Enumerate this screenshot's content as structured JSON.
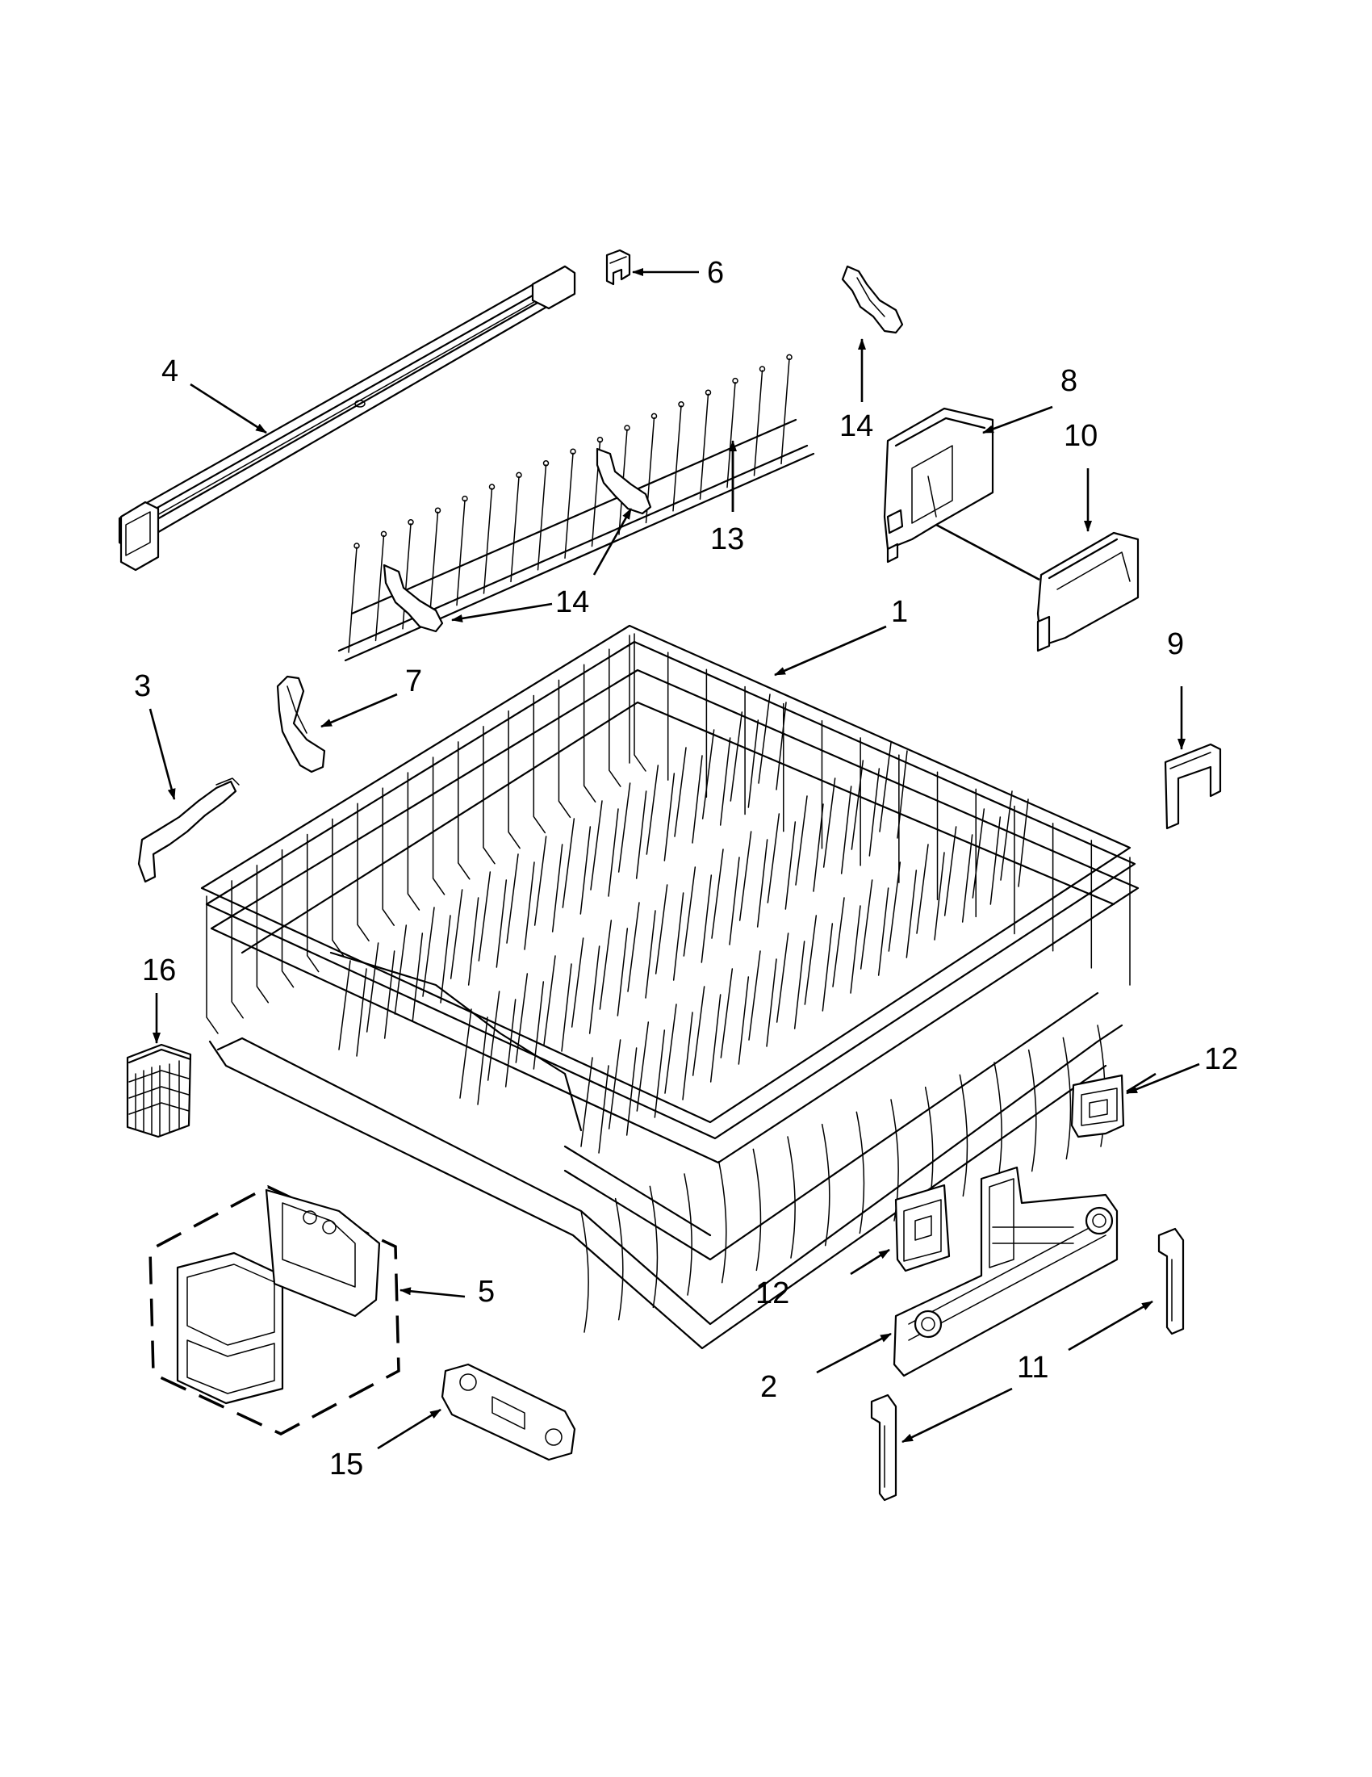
{
  "callouts": [
    {
      "id": "c1",
      "label": "1"
    },
    {
      "id": "c2",
      "label": "2"
    },
    {
      "id": "c3",
      "label": "3"
    },
    {
      "id": "c4",
      "label": "4"
    },
    {
      "id": "c5",
      "label": "5"
    },
    {
      "id": "c6",
      "label": "6"
    },
    {
      "id": "c7",
      "label": "7"
    },
    {
      "id": "c8",
      "label": "8"
    },
    {
      "id": "c9",
      "label": "9"
    },
    {
      "id": "c10",
      "label": "10"
    },
    {
      "id": "c11",
      "label": "11"
    },
    {
      "id": "c12a",
      "label": "12"
    },
    {
      "id": "c12b",
      "label": "12"
    },
    {
      "id": "c13",
      "label": "13"
    },
    {
      "id": "c14a",
      "label": "14"
    },
    {
      "id": "c14b",
      "label": "14"
    },
    {
      "id": "c15",
      "label": "15"
    },
    {
      "id": "c16",
      "label": "16"
    }
  ]
}
